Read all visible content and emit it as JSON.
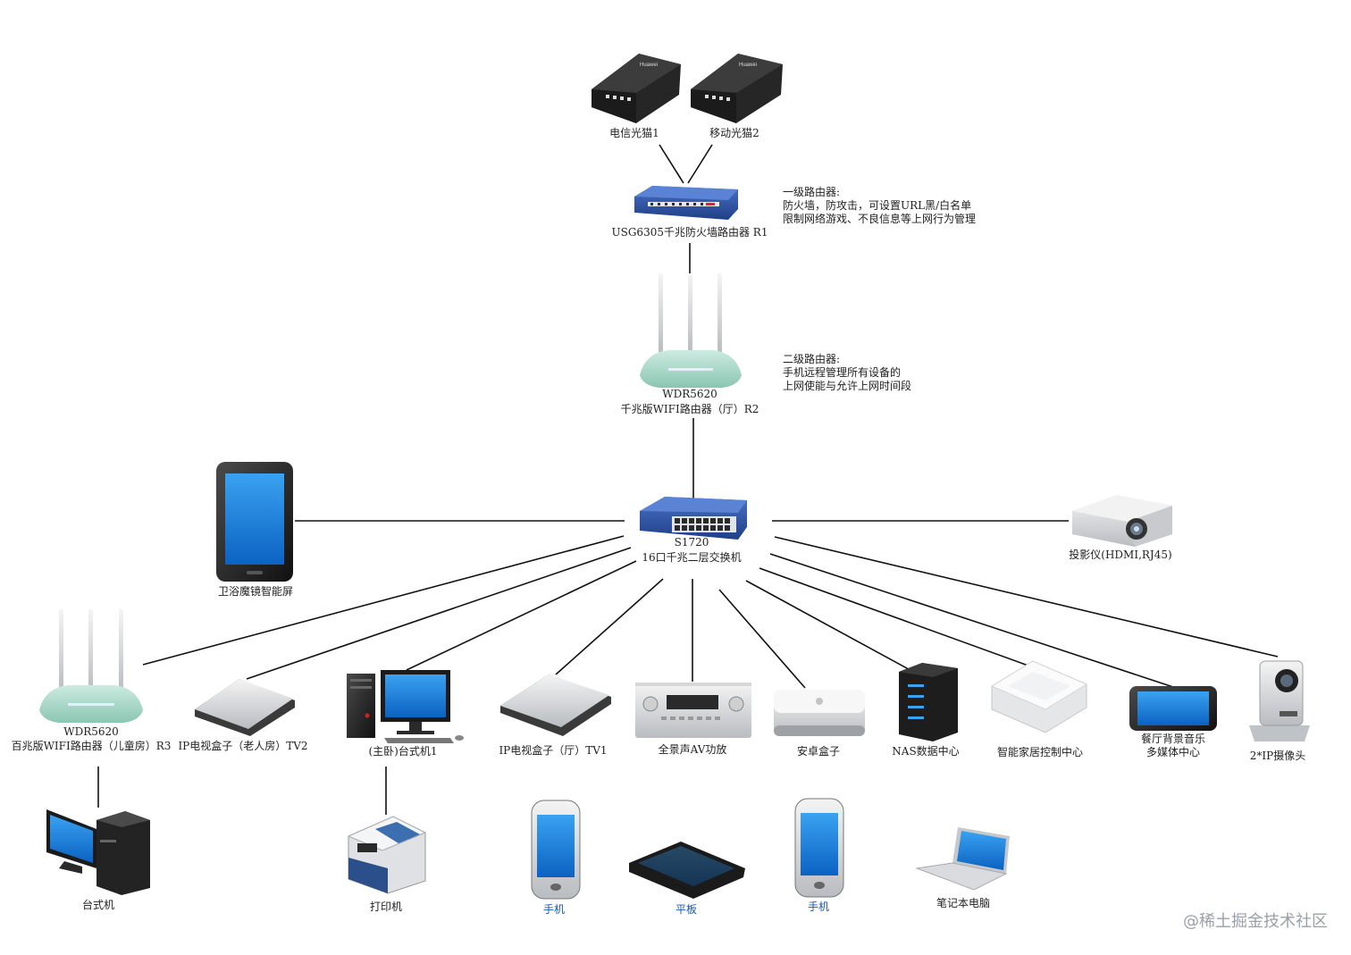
{
  "devices": {
    "modem1": "电信光猫1",
    "modem2": "移动光猫2",
    "router_r1": "USG6305千兆防火墙路由器 R1",
    "router_r2_model": "WDR5620",
    "router_r2_name": "千兆版WIFI路由器（厅）R2",
    "switch_model": "S1720",
    "switch_name": "16口千兆二层交换机",
    "mirror_screen": "卫浴魔镜智能屏",
    "projector": "投影仪(HDMI,RJ45)",
    "router_r3_model": "WDR5620",
    "router_r3_name": "百兆版WIFI路由器（儿童房）R3",
    "iptv2": "IP电视盒子（老人房）TV2",
    "desktop1": "(主卧)台式机1",
    "iptv1": "IP电视盒子（厅）TV1",
    "av_amp": "全景声AV功放",
    "android_box": "安卓盒子",
    "nas": "NAS数据中心",
    "smart_home": "智能家居控制中心",
    "media_center_1": "餐厅背景音乐",
    "media_center_2": "多媒体中心",
    "ip_camera": "2*IP摄像头",
    "desktop2": "台式机",
    "printer": "打印机",
    "phone1": "手机",
    "tablet": "平板",
    "phone2": "手机",
    "laptop": "笔记本电脑"
  },
  "notes": {
    "r1_title": "一级路由器:",
    "r1_line1": "防火墙，防攻击，可设置URL黑/白名单",
    "r1_line2": "限制网络游戏、不良信息等上网行为管理",
    "r2_title": "二级路由器:",
    "r2_line1": "手机远程管理所有设备的",
    "r2_line2": "上网使能与允许上网时间段"
  },
  "watermark": "@稀土掘金技术社区",
  "colors": {
    "line": "#111111",
    "router_green": "#a9d9c9",
    "switch_blue": "#2f56a8",
    "screen_blue": "#1a7fd8",
    "wireless_label": "#1a56b8"
  }
}
